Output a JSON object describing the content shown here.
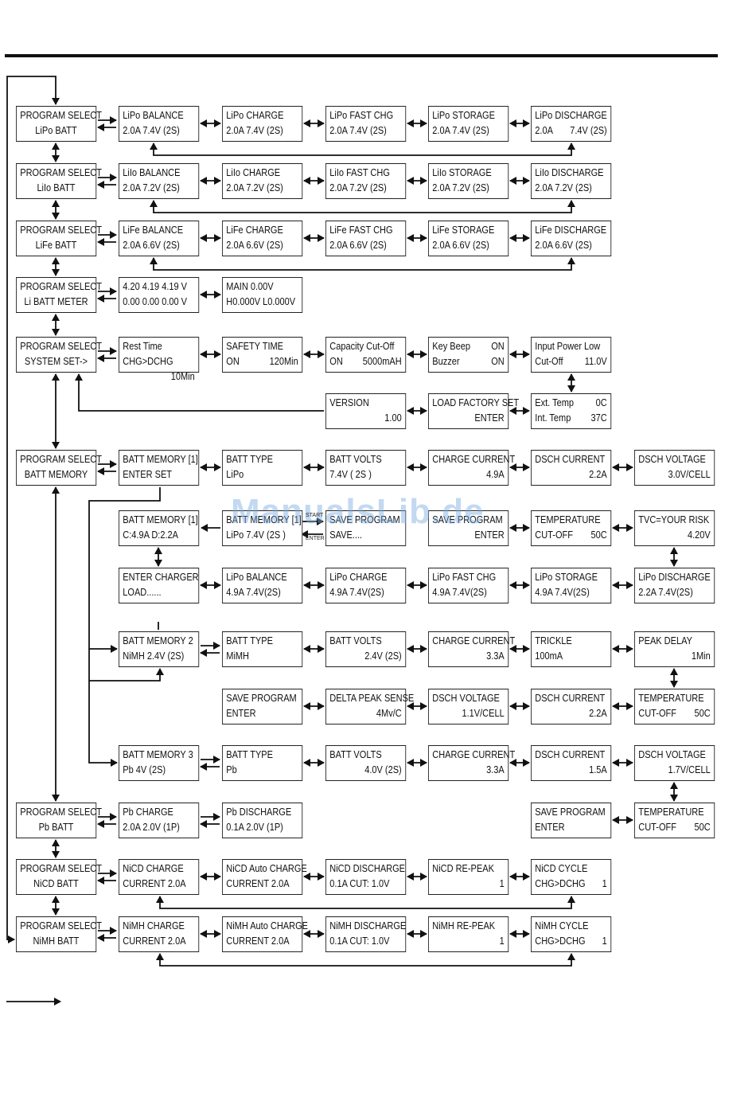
{
  "watermark": "ManualsLib.de",
  "labels": {
    "start": "START",
    "enter": "ENTER"
  },
  "boxes": [
    {
      "id": "ps-lipo",
      "l1": "PROGRAM SELECT",
      "l2": "LiPo BATT",
      "center": true
    },
    {
      "id": "lipo-balance",
      "l1": "LiPo BALANCE",
      "l2a": "2.0A   7.4V (2S)"
    },
    {
      "id": "lipo-charge",
      "l1": "LiPo CHARGE",
      "l2a": "2.0A      7.4V (2S)"
    },
    {
      "id": "lipo-fast",
      "l1": "LiPo FAST CHG",
      "l2a": "2.0A    7.4V (2S)"
    },
    {
      "id": "lipo-storage",
      "l1": "LiPo STORAGE",
      "l2a": "2.0A    7.4V (2S)"
    },
    {
      "id": "lipo-discharge",
      "l1": "LiPo DISCHARGE",
      "l2a": "2.0A",
      "l2b": "7.4V (2S)"
    },
    {
      "id": "ps-lilo",
      "l1": "PROGRAM SELECT",
      "l2": "LiIo BATT",
      "center": true
    },
    {
      "id": "lilo-balance",
      "l1": "LiIo BALANCE",
      "l2a": "2.0A   7.2V (2S)"
    },
    {
      "id": "lilo-charge",
      "l1": "LiIo CHARGE",
      "l2a": "2.0A     7.2V (2S)"
    },
    {
      "id": "lilo-fast",
      "l1": "LiIo FAST CHG",
      "l2a": "2.0A    7.2V (2S)"
    },
    {
      "id": "lilo-storage",
      "l1": "LiIo STORAGE",
      "l2a": "2.0A   7.2V (2S)"
    },
    {
      "id": "lilo-discharge",
      "l1": "LiIo DISCHARGE",
      "l2a": "2.0A    7.2V (2S)"
    },
    {
      "id": "ps-life",
      "l1": "PROGRAM SELECT",
      "l2": "LiFe BATT",
      "center": true
    },
    {
      "id": "life-balance",
      "l1": "LiFe BALANCE",
      "l2a": "2.0A    6.6V (2S)"
    },
    {
      "id": "life-charge",
      "l1": "LiFe CHARGE",
      "l2a": "2.0A     6.6V (2S)"
    },
    {
      "id": "life-fast",
      "l1": "LiFe FAST CHG",
      "l2a": "2.0A    6.6V (2S)"
    },
    {
      "id": "life-storage",
      "l1": "LiFe STORAGE",
      "l2a": "2.0A   6.6V (2S)"
    },
    {
      "id": "life-discharge",
      "l1": "LiFe DISCHARGE",
      "l2a": "2.0A    6.6V (2S)"
    },
    {
      "id": "ps-meter",
      "l1": "PROGRAM SELECT",
      "l2": "Li   BATT METER",
      "center": true
    },
    {
      "id": "meter-cells",
      "l1": "4.20   4.19    4.19 V",
      "l2a": "0.00   0.00    0.00 V"
    },
    {
      "id": "meter-main",
      "l1": "MAIN 0.00V",
      "l2a": "H0.000V    L0.000V"
    },
    {
      "id": "ps-system",
      "l1": "PROGRAM SELECT",
      "l2": "SYSTEM SET->",
      "center": true
    },
    {
      "id": "rest-time",
      "l1": "Rest Time",
      "l2a": "CHG>DCHG",
      "l2b": "10Min"
    },
    {
      "id": "safety-time",
      "l1": "SAFETY TIME",
      "l2a": "ON",
      "l2b": "120Min"
    },
    {
      "id": "capacity-cutoff",
      "l1": "Capacity Cut-Off",
      "l2a": "ON",
      "l2b": "5000mAH"
    },
    {
      "id": "key-beep",
      "l1": "Key Beep",
      "l1b": "ON",
      "l2a": "Buzzer",
      "l2b": "ON"
    },
    {
      "id": "input-power",
      "l1": "Input Power Low",
      "l2a": "Cut-Off",
      "l2b": "11.0V"
    },
    {
      "id": "version",
      "l1": "VERSION",
      "l2b": "1.00"
    },
    {
      "id": "load-factory",
      "l1": "LOAD FACTORY SET",
      "l2b": "ENTER"
    },
    {
      "id": "ext-temp",
      "l1": "Ext. Temp",
      "l1b": "0C",
      "l2a": "Int. Temp",
      "l2b": "37C"
    },
    {
      "id": "ps-memory",
      "l1": "PROGRAM SELECT",
      "l2": "BATT MEMORY",
      "center": true
    },
    {
      "id": "m1-enter",
      "l1": "BATT MEMORY [1]",
      "l2a": "ENTER SET"
    },
    {
      "id": "m1-type",
      "l1": "BATT TYPE",
      "l2a": "LiPo"
    },
    {
      "id": "m1-volts",
      "l1": "BATT VOLTS",
      "l2a": "  7.4V ( 2S )"
    },
    {
      "id": "m1-charge",
      "l1": "CHARGE CURRENT",
      "l2b": "4.9A"
    },
    {
      "id": "m1-dsch-cur",
      "l1": "DSCH CURRENT",
      "l2b": "2.2A"
    },
    {
      "id": "m1-dsch-volt",
      "l1": "DSCH VOLTAGE",
      "l2b": "3.0V/CELL"
    },
    {
      "id": "m1-summary",
      "l1": "BATT MEMORY [1]",
      "l2a": "C:4.9A  D:2.2A"
    },
    {
      "id": "m1-start",
      "l1": "BATT MEMORY [1]",
      "l2a": "LiPo  7.4V (2S )"
    },
    {
      "id": "m1-save",
      "l1": "SAVE PROGRAM",
      "l2a": "SAVE...."
    },
    {
      "id": "m1-save-enter",
      "l1": "SAVE PROGRAM",
      "l2b": "ENTER"
    },
    {
      "id": "m1-temp",
      "l1": "TEMPERATURE",
      "l2a": "CUT-OFF",
      "l2b": "50C"
    },
    {
      "id": "m1-tvc",
      "l1": "TVC=YOUR RISK",
      "l2b": "4.20V"
    },
    {
      "id": "m1-load",
      "l1": "ENTER CHARGER",
      "l2a": "LOAD......"
    },
    {
      "id": "m1-lipo-balance",
      "l1": "LiPo BALANCE",
      "l2a": "4.9A     7.4V(2S)"
    },
    {
      "id": "m1-lipo-charge",
      "l1": "LiPo CHARGE",
      "l2a": "4.9A     7.4V(2S)"
    },
    {
      "id": "m1-lipo-fast",
      "l1": "LiPo FAST CHG",
      "l2a": "4.9A     7.4V(2S)"
    },
    {
      "id": "m1-lipo-storage",
      "l1": "LiPo STORAGE",
      "l2a": "4.9A     7.4V(2S)"
    },
    {
      "id": "m1-lipo-discharge",
      "l1": "LiPo DISCHARGE",
      "l2a": "2.2A     7.4V(2S)"
    },
    {
      "id": "m2",
      "l1": "BATT MEMORY 2",
      "l2a": "NiMH   2.4V (2S)"
    },
    {
      "id": "m2-type",
      "l1": "BATT TYPE",
      "l2a": "MiMH"
    },
    {
      "id": "m2-volts",
      "l1": "BATT VOLTS",
      "l2b": "2.4V (2S)"
    },
    {
      "id": "m2-charge",
      "l1": "CHARGE CURRENT",
      "l2b": "3.3A"
    },
    {
      "id": "m2-trickle",
      "l1": "TRICKLE",
      "l2a": "        100mA"
    },
    {
      "id": "m2-peak-delay",
      "l1": "PEAK DELAY",
      "l2b": "1Min"
    },
    {
      "id": "m2-save",
      "l1": "SAVE PROGRAM",
      "l2a": "ENTER"
    },
    {
      "id": "m2-delta",
      "l1": "DELTA PEAK SENSE",
      "l2b": "4Mv/C"
    },
    {
      "id": "m2-dsch-volt",
      "l1": "DSCH VOLTAGE",
      "l2b": "1.1V/CELL"
    },
    {
      "id": "m2-dsch-cur",
      "l1": "DSCH CURRENT",
      "l2b": "2.2A"
    },
    {
      "id": "m2-temp",
      "l1": "TEMPERATURE",
      "l2a": "CUT-OFF",
      "l2b": "50C"
    },
    {
      "id": "m3",
      "l1": "BATT MEMORY 3",
      "l2a": "Pb    4V (2S)"
    },
    {
      "id": "m3-type",
      "l1": "BATT TYPE",
      "l2a": "Pb"
    },
    {
      "id": "m3-volts",
      "l1": "BATT VOLTS",
      "l2b": "4.0V (2S)"
    },
    {
      "id": "m3-charge",
      "l1": "CHARGE CURRENT",
      "l2b": "3.3A"
    },
    {
      "id": "m3-dsch-cur",
      "l1": "DSCH CURRENT",
      "l2b": "1.5A"
    },
    {
      "id": "m3-dsch-volt",
      "l1": "DSCH VOLTAGE",
      "l2b": "1.7V/CELL"
    },
    {
      "id": "m3-save",
      "l1": "SAVE PROGRAM",
      "l2a": "ENTER"
    },
    {
      "id": "m3-temp",
      "l1": "TEMPERATURE",
      "l2a": "CUT-OFF",
      "l2b": "50C"
    },
    {
      "id": "ps-pb",
      "l1": "PROGRAM SELECT",
      "l2": "Pb BATT",
      "center": true
    },
    {
      "id": "pb-charge",
      "l1": "Pb CHARGE",
      "l2a": "2.0A     2.0V (1P)"
    },
    {
      "id": "pb-discharge",
      "l1": "Pb DISCHARGE",
      "l2a": "0.1A     2.0V (1P)"
    },
    {
      "id": "ps-nicd",
      "l1": "PROGRAM SELECT",
      "l2": "NiCD BATT",
      "center": true
    },
    {
      "id": "nicd-charge",
      "l1": "NiCD CHARGE",
      "l2a": "CURRENT     2.0A"
    },
    {
      "id": "nicd-auto",
      "l1": "NiCD Auto CHARGE",
      "l2a": "CURRENT     2.0A"
    },
    {
      "id": "nicd-discharge",
      "l1": "NiCD DISCHARGE",
      "l2a": "0.1A      CUT: 1.0V"
    },
    {
      "id": "nicd-repeak",
      "l1": "   NiCD RE-PEAK",
      "l2b": "1"
    },
    {
      "id": "nicd-cycle",
      "l1": "NiCD CYCLE",
      "l2a": "CHG>DCHG",
      "l2b": "1"
    },
    {
      "id": "ps-nimh",
      "l1": "PROGRAM SELECT",
      "l2": "NiMH BATT",
      "center": true
    },
    {
      "id": "nimh-charge",
      "l1": "NiMH CHARGE",
      "l2a": "CURRENT     2.0A"
    },
    {
      "id": "nimh-auto",
      "l1": "NiMH Auto CHARGE",
      "l2a": "CURRENT     2.0A"
    },
    {
      "id": "nimh-discharge",
      "l1": "NiMH DISCHARGE",
      "l2a": "0.1A      CUT: 1.0V"
    },
    {
      "id": "nimh-repeak",
      "l1": "   NiMH RE-PEAK",
      "l2b": "1"
    },
    {
      "id": "nimh-cycle",
      "l1": "NiMH CYCLE",
      "l2a": "CHG>DCHG",
      "l2b": "1"
    }
  ]
}
